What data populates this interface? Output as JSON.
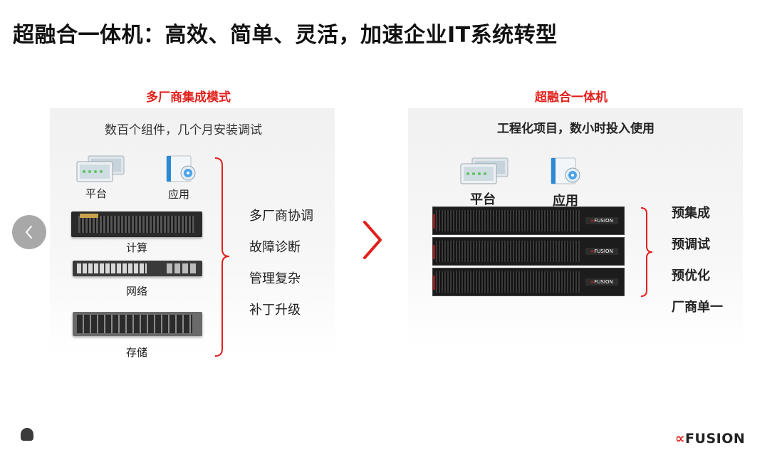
{
  "slide": {
    "title": "超融合一体机：高效、简单、灵活，加速企业IT系统转型"
  },
  "left": {
    "heading": "多厂商集成模式",
    "subtitle": "数百个组件，几个月安装调试",
    "components": {
      "platform": "平台",
      "application": "应用",
      "compute": "计算",
      "network": "网络",
      "storage": "存储"
    },
    "issues": [
      "多厂商协调",
      "故障诊断",
      "管理复杂",
      "补丁升级"
    ]
  },
  "right": {
    "heading": "超融合一体机",
    "subtitle": "工程化项目，数小时投入使用",
    "components": {
      "platform": "平台",
      "application": "应用"
    },
    "rack_badge_mark": "∝",
    "rack_badge_text": "FUSION",
    "benefits": [
      "预集成",
      "预调试",
      "预优化",
      "厂商单一"
    ]
  },
  "brand": {
    "mark": "∝",
    "name": "FUSION"
  },
  "colors": {
    "accent": "#e2201c",
    "panel": "#f2f2f2",
    "text": "#222222"
  },
  "icons": {
    "prev": "chevron-left-icon",
    "next": "chevron-right-icon"
  }
}
